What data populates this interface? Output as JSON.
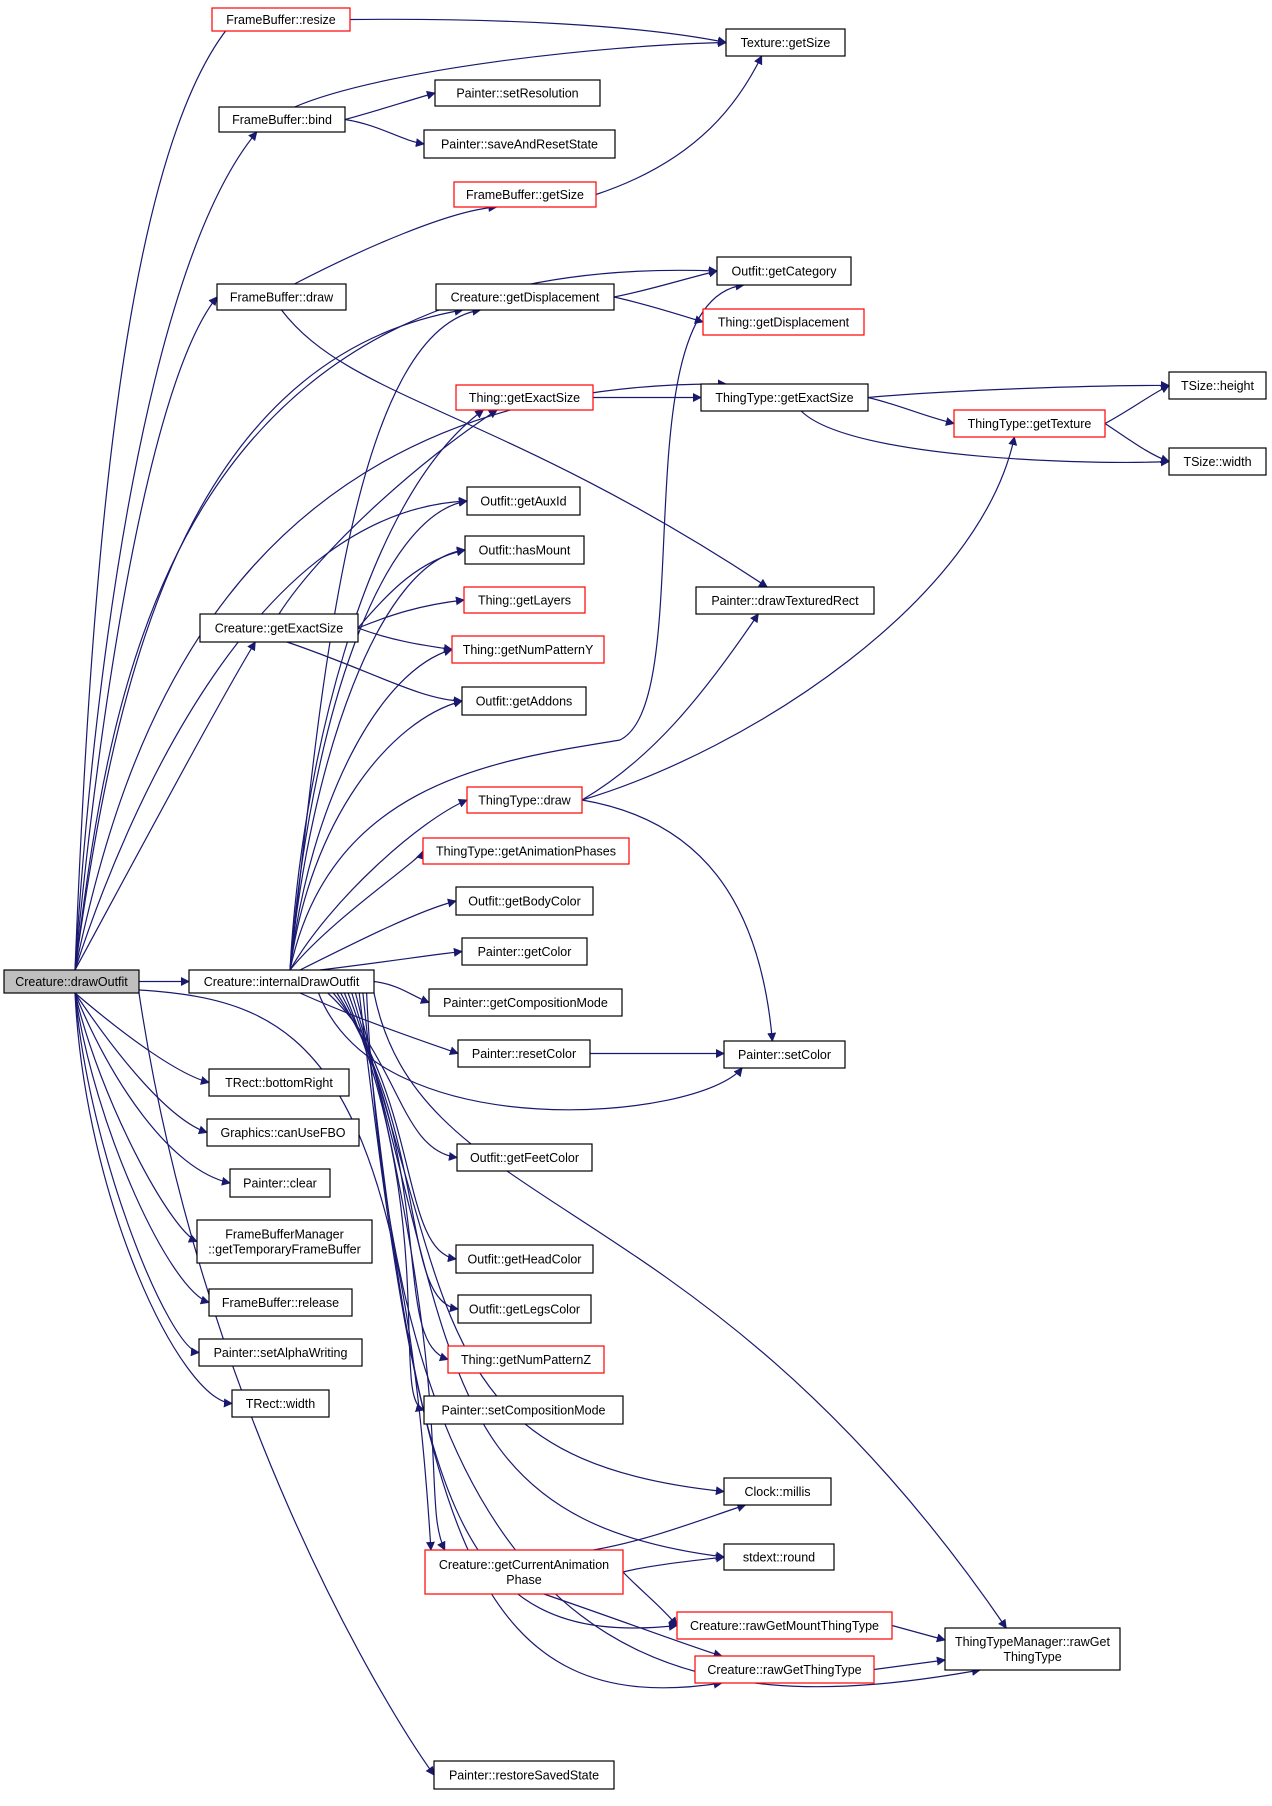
{
  "nodes": [
    {
      "id": "root",
      "lines": [
        "Creature::drawOutfit"
      ],
      "border": "black",
      "root": true,
      "fill": "#bfbfbf"
    },
    {
      "id": "internal",
      "lines": [
        "Creature::internalDrawOutfit"
      ],
      "border": "black"
    },
    {
      "id": "fb_resize",
      "lines": [
        "FrameBuffer::resize"
      ],
      "border": "red"
    },
    {
      "id": "tex_getsize",
      "lines": [
        "Texture::getSize"
      ],
      "border": "black"
    },
    {
      "id": "fb_bind",
      "lines": [
        "FrameBuffer::bind"
      ],
      "border": "black"
    },
    {
      "id": "p_setres",
      "lines": [
        "Painter::setResolution"
      ],
      "border": "black"
    },
    {
      "id": "p_saveres",
      "lines": [
        "Painter::saveAndResetState"
      ],
      "border": "black"
    },
    {
      "id": "fb_getsize",
      "lines": [
        "FrameBuffer::getSize"
      ],
      "border": "red"
    },
    {
      "id": "fb_draw",
      "lines": [
        "FrameBuffer::draw"
      ],
      "border": "black"
    },
    {
      "id": "o_getcat",
      "lines": [
        "Outfit::getCategory"
      ],
      "border": "black"
    },
    {
      "id": "c_getdisp",
      "lines": [
        "Creature::getDisplacement"
      ],
      "border": "black"
    },
    {
      "id": "t_getdisp",
      "lines": [
        "Thing::getDisplacement"
      ],
      "border": "red"
    },
    {
      "id": "t_getexact",
      "lines": [
        "Thing::getExactSize"
      ],
      "border": "red"
    },
    {
      "id": "tt_getexact",
      "lines": [
        "ThingType::getExactSize"
      ],
      "border": "black"
    },
    {
      "id": "ts_height",
      "lines": [
        "TSize::height"
      ],
      "border": "black"
    },
    {
      "id": "tt_gettex",
      "lines": [
        "ThingType::getTexture"
      ],
      "border": "red"
    },
    {
      "id": "ts_width",
      "lines": [
        "TSize::width"
      ],
      "border": "black"
    },
    {
      "id": "o_getaux",
      "lines": [
        "Outfit::getAuxId"
      ],
      "border": "black"
    },
    {
      "id": "o_hasmount",
      "lines": [
        "Outfit::hasMount"
      ],
      "border": "black"
    },
    {
      "id": "t_getlayers",
      "lines": [
        "Thing::getLayers"
      ],
      "border": "red"
    },
    {
      "id": "p_drawtex",
      "lines": [
        "Painter::drawTexturedRect"
      ],
      "border": "black"
    },
    {
      "id": "c_getexact",
      "lines": [
        "Creature::getExactSize"
      ],
      "border": "black"
    },
    {
      "id": "t_getnumy",
      "lines": [
        "Thing::getNumPatternY"
      ],
      "border": "red"
    },
    {
      "id": "o_getaddons",
      "lines": [
        "Outfit::getAddons"
      ],
      "border": "black"
    },
    {
      "id": "tt_draw",
      "lines": [
        "ThingType::draw"
      ],
      "border": "red"
    },
    {
      "id": "tt_getanim",
      "lines": [
        "ThingType::getAnimationPhases"
      ],
      "border": "red"
    },
    {
      "id": "o_getbody",
      "lines": [
        "Outfit::getBodyColor"
      ],
      "border": "black"
    },
    {
      "id": "p_getcolor",
      "lines": [
        "Painter::getColor"
      ],
      "border": "black"
    },
    {
      "id": "p_getcomp",
      "lines": [
        "Painter::getCompositionMode"
      ],
      "border": "black"
    },
    {
      "id": "p_resetcolor",
      "lines": [
        "Painter::resetColor"
      ],
      "border": "black"
    },
    {
      "id": "p_setcolor",
      "lines": [
        "Painter::setColor"
      ],
      "border": "black"
    },
    {
      "id": "tr_bottomright",
      "lines": [
        "TRect::bottomRight"
      ],
      "border": "black"
    },
    {
      "id": "g_canusefbo",
      "lines": [
        "Graphics::canUseFBO"
      ],
      "border": "black"
    },
    {
      "id": "o_getfeet",
      "lines": [
        "Outfit::getFeetColor"
      ],
      "border": "black"
    },
    {
      "id": "p_clear",
      "lines": [
        "Painter::clear"
      ],
      "border": "black"
    },
    {
      "id": "fbm_gettemp",
      "lines": [
        "FrameBufferManager",
        "::getTemporaryFrameBuffer"
      ],
      "border": "black"
    },
    {
      "id": "o_gethead",
      "lines": [
        "Outfit::getHeadColor"
      ],
      "border": "black"
    },
    {
      "id": "fb_release",
      "lines": [
        "FrameBuffer::release"
      ],
      "border": "black"
    },
    {
      "id": "o_getlegs",
      "lines": [
        "Outfit::getLegsColor"
      ],
      "border": "black"
    },
    {
      "id": "p_setalpha",
      "lines": [
        "Painter::setAlphaWriting"
      ],
      "border": "black"
    },
    {
      "id": "t_getnumz",
      "lines": [
        "Thing::getNumPatternZ"
      ],
      "border": "red"
    },
    {
      "id": "tr_width",
      "lines": [
        "TRect::width"
      ],
      "border": "black"
    },
    {
      "id": "p_setcomp",
      "lines": [
        "Painter::setCompositionMode"
      ],
      "border": "black"
    },
    {
      "id": "clock_millis",
      "lines": [
        "Clock::millis"
      ],
      "border": "black"
    },
    {
      "id": "stdext_round",
      "lines": [
        "stdext::round"
      ],
      "border": "black"
    },
    {
      "id": "c_getcuranim",
      "lines": [
        "Creature::getCurrentAnimation",
        "Phase"
      ],
      "border": "red"
    },
    {
      "id": "c_rawmount",
      "lines": [
        "Creature::rawGetMountThingType"
      ],
      "border": "red"
    },
    {
      "id": "ttm_rawget",
      "lines": [
        "ThingTypeManager::rawGet",
        "ThingType"
      ],
      "border": "black"
    },
    {
      "id": "c_rawthing",
      "lines": [
        "Creature::rawGetThingType"
      ],
      "border": "red"
    },
    {
      "id": "p_restore",
      "lines": [
        "Painter::restoreSavedState"
      ],
      "border": "black"
    }
  ],
  "edge_color": "#191970"
}
